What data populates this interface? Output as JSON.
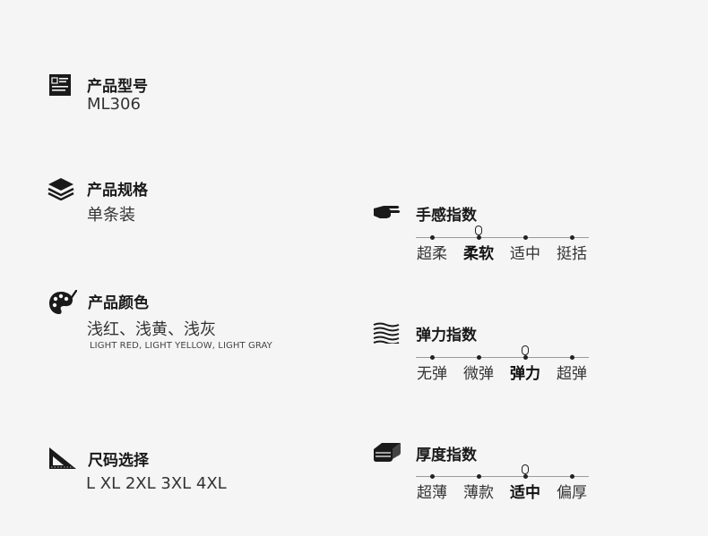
{
  "specs": {
    "model": {
      "title": "产品型号",
      "value": "ML306",
      "icon": "model-card-icon"
    },
    "format": {
      "title": "产品规格",
      "value": "单条装",
      "icon": "layers-icon"
    },
    "color": {
      "title": "产品颜色",
      "value": "浅红、浅黄、浅灰",
      "sub": "LIGHT RED, LIGHT YELLOW, LIGHT GRAY",
      "icon": "palette-icon"
    },
    "size": {
      "title": "尺码选择",
      "value": "L XL 2XL 3XL 4XL",
      "icon": "set-square-icon"
    }
  },
  "scales": {
    "feel": {
      "title": "手感指数",
      "icon": "hand-icon",
      "options": [
        "超柔",
        "柔软",
        "适中",
        "挺括"
      ],
      "selected": "柔软"
    },
    "elastic": {
      "title": "弹力指数",
      "icon": "wave-lines-icon",
      "options": [
        "无弹",
        "微弹",
        "弹力",
        "超弹"
      ],
      "selected": "弹力"
    },
    "thickness": {
      "title": "厚度指数",
      "icon": "fabric-stack-icon",
      "options": [
        "超薄",
        "薄款",
        "适中",
        "偏厚"
      ],
      "selected": "适中"
    }
  }
}
